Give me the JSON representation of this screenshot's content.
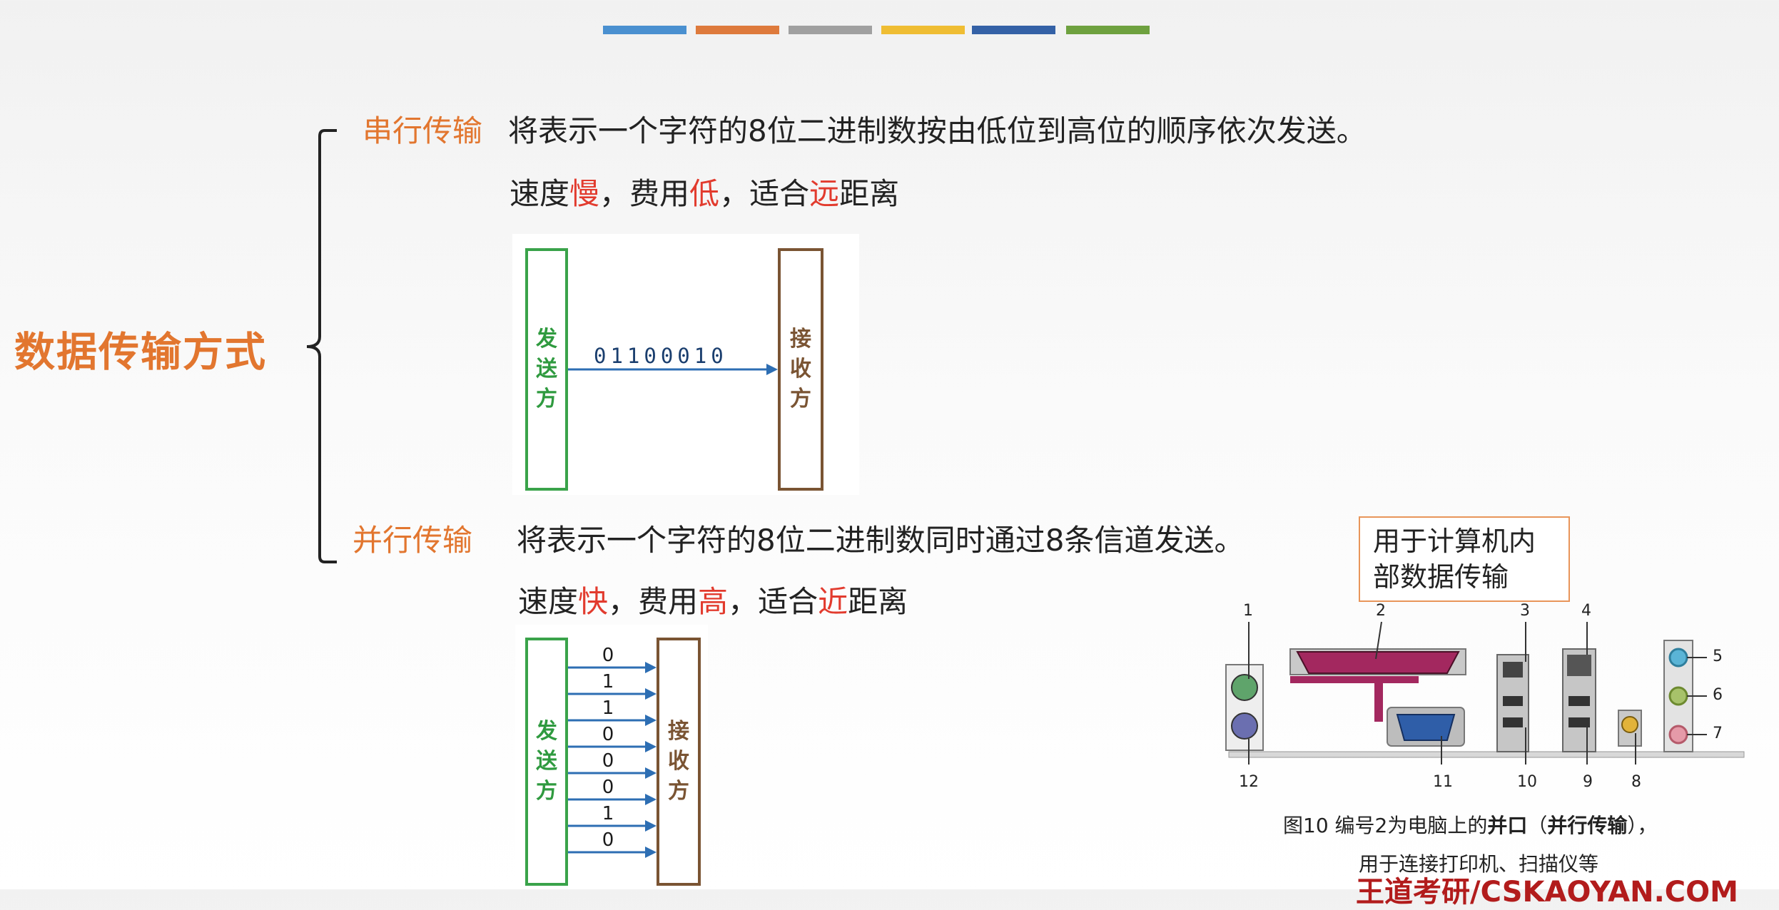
{
  "deco_colors": [
    "#4a90d0",
    "#de7a3c",
    "#a0a0a0",
    "#efbd33",
    "#3461a6",
    "#6ea13f"
  ],
  "colors": {
    "accent_orange": "#e2762f",
    "emphasis_red": "#e23b2e",
    "sender_green": "#3aa34a",
    "receiver_brown": "#7a5433",
    "arrow_blue": "#2d6eb3"
  },
  "main_title": "数据传输方式",
  "serial": {
    "term": "串行传输",
    "desc": "将表示一个字符的8位二进制数按由低位到高位的顺序依次发送。",
    "props": {
      "speed_prefix": "速度",
      "speed": "慢",
      "sep1": "，费用",
      "cost": "低",
      "sep2": "，适合",
      "dist": "远",
      "suffix": "距离"
    },
    "diagram": {
      "sender": "发送方",
      "receiver": "接收方",
      "bits": "01100010"
    }
  },
  "parallel": {
    "term": "并行传输",
    "desc": "将表示一个字符的8位二进制数同时通过8条信道发送。",
    "props": {
      "speed_prefix": "速度",
      "speed": "快",
      "sep1": "，费用",
      "cost": "高",
      "sep2": "，适合",
      "dist": "近",
      "suffix": "距离"
    },
    "diagram": {
      "sender": "发送方",
      "receiver": "接收方",
      "bits": [
        "0",
        "1",
        "1",
        "0",
        "0",
        "0",
        "1",
        "0"
      ]
    }
  },
  "callout": "用于计算机内部数据传输",
  "panel": {
    "numbers_top": [
      "1",
      "2",
      "3",
      "4"
    ],
    "numbers_right": [
      "5",
      "6",
      "7"
    ],
    "numbers_bottom": [
      "12",
      "11",
      "10",
      "9",
      "8"
    ],
    "caption_prefix": "图10  编号2为电脑上的",
    "caption_bold1": "并口",
    "caption_mid": "（",
    "caption_bold2": "并行传输",
    "caption_suffix": "），",
    "caption_line2": "用于连接打印机、扫描仪等"
  },
  "watermark": "王道考研/CSKAOYAN.COM"
}
